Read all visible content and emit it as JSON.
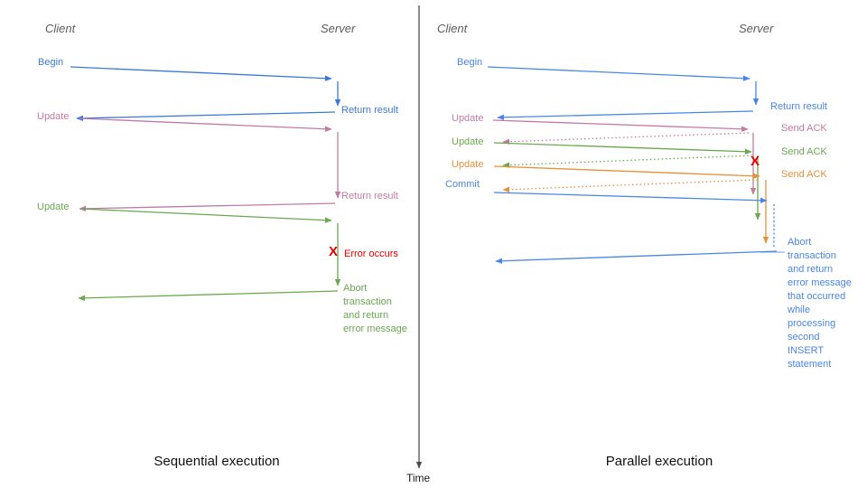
{
  "colors": {
    "blue_seq": "#3c78d8",
    "blue_par": "#4a86e8",
    "pink": "#c27ba0",
    "green": "#6aa84f",
    "orange": "#e69138",
    "red": "#e60000",
    "axis": "#4d4d4d",
    "header_gray": "#5b5b5b",
    "tick_blue": "#8db4e2"
  },
  "time_axis": {
    "label": "Time"
  },
  "sequential": {
    "caption": "Sequential execution",
    "client": "Client",
    "server": "Server",
    "begin": "Begin",
    "return_result_1": "Return result",
    "update_1": "Update",
    "return_result_2": "Return result",
    "update_2": "Update",
    "error_mark": "X",
    "error_label": "Error occurs",
    "abort_label": "Abort\ntransaction\nand return\nerror message"
  },
  "parallel": {
    "caption": "Parallel execution",
    "client": "Client",
    "server": "Server",
    "begin": "Begin",
    "return_result": "Return result",
    "update_1": "Update",
    "send_ack_1": "Send ACK",
    "update_2": "Update",
    "send_ack_2": "Send ACK",
    "update_3": "Update",
    "send_ack_3": "Send ACK",
    "commit": "Commit",
    "error_mark": "X",
    "abort_label": "Abort\ntransaction\nand return\nerror message\nthat occurred\nwhile\nprocessing\nsecond\nINSERT\nstatement"
  }
}
